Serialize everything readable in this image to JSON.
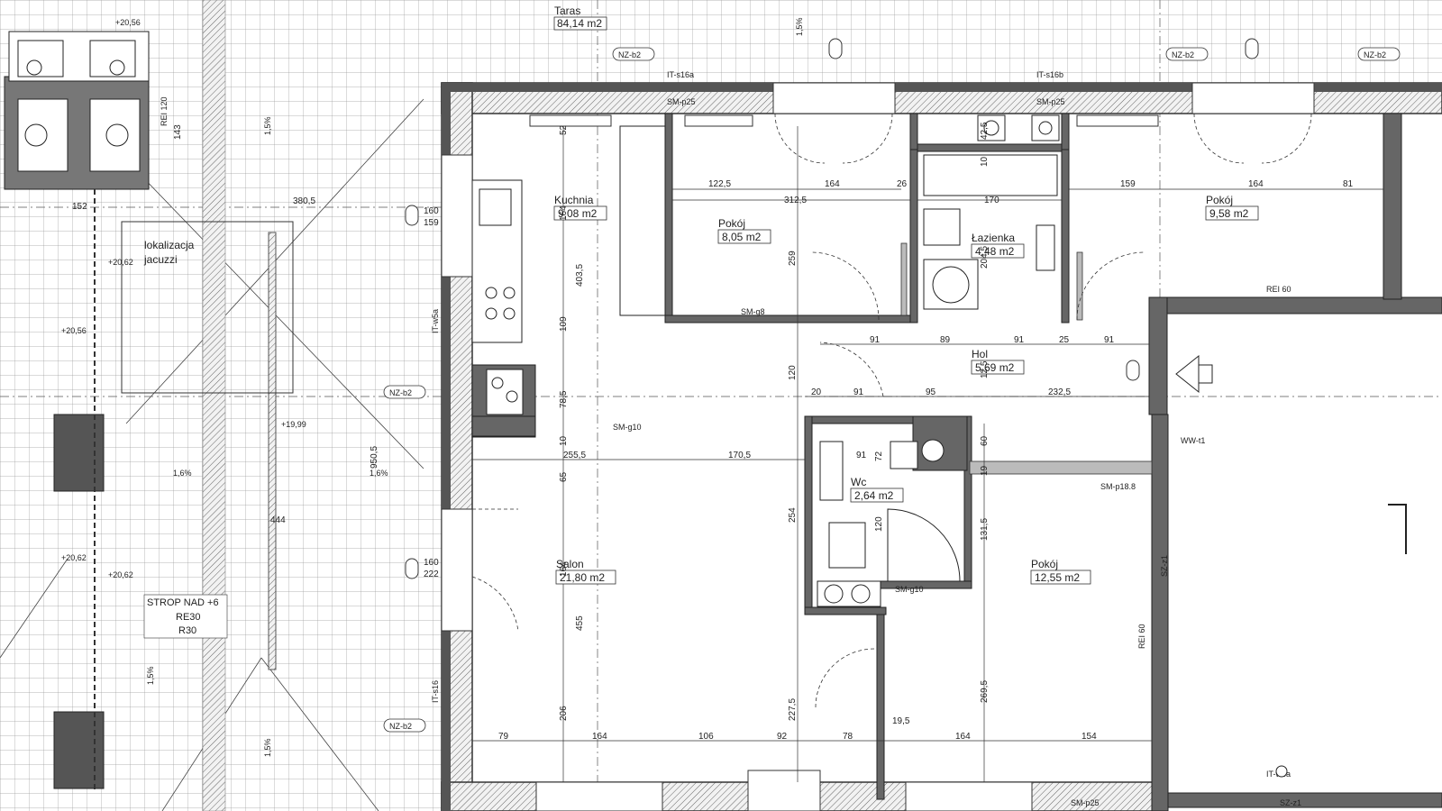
{
  "terrace": {
    "label": "Taras",
    "area": "84,14 m2"
  },
  "jacuzzi": {
    "line1": "lokalizacja",
    "line2": "jacuzzi"
  },
  "strop": {
    "line1": "STROP NAD +6",
    "line2": "RE30",
    "line3": "R30"
  },
  "rooms": [
    {
      "name": "Kuchnia",
      "area": "9,08 m2"
    },
    {
      "name": "Pokój",
      "area": "8,05 m2"
    },
    {
      "name": "Łazienka",
      "area": "4,48 m2"
    },
    {
      "name": "Pokój",
      "area": "9,58 m2"
    },
    {
      "name": "Hol",
      "area": "5,69 m2"
    },
    {
      "name": "Wc",
      "area": "2,64 m2"
    },
    {
      "name": "Salon",
      "area": "21,80 m2"
    },
    {
      "name": "Pokój",
      "area": "12,55 m2"
    }
  ],
  "wall_labels": [
    "REI 60",
    "REI 60",
    "REI 120",
    "SM-g10",
    "SM-g10",
    "SM-g8",
    "SM-p18.8",
    "SM-p25",
    "SM-p25",
    "SM-p25",
    "SZ-z1",
    "SZ-z1",
    "IT-s16a",
    "IT-s16b",
    "IT-s16",
    "IT-w5a",
    "IT-w5a",
    "WW-t1"
  ],
  "tags": [
    "NZ-b2",
    "NZ-b2",
    "NZ-b2",
    "NZ-b2",
    "NZ-b2"
  ],
  "elevations": [
    "+20,56",
    "+20,62",
    "+20,62",
    "+19,99",
    "+20,56",
    "+20,62"
  ],
  "slopes": [
    "1,5%",
    "1,5%",
    "1,6%",
    "1,6%",
    "1,5%",
    "1,5%"
  ],
  "dims": [
    "122,5",
    "164",
    "26",
    "312,5",
    "170",
    "159",
    "164",
    "81",
    "52",
    "164",
    "403,5",
    "259",
    "109",
    "78,5",
    "10",
    "65",
    "255,5",
    "170,5",
    "91",
    "72",
    "60",
    "19",
    "254",
    "120",
    "131,5",
    "164",
    "455",
    "206",
    "227,5",
    "269,5",
    "79",
    "164",
    "106",
    "92",
    "78",
    "164",
    "154",
    "91",
    "89",
    "91",
    "91",
    "25",
    "20",
    "91",
    "95",
    "232,5",
    "120",
    "204,5",
    "42,5",
    "10",
    "12,5",
    "19,5",
    "380,5",
    "950,5",
    "444",
    "143",
    "152",
    "160",
    "159",
    "160",
    "222"
  ]
}
